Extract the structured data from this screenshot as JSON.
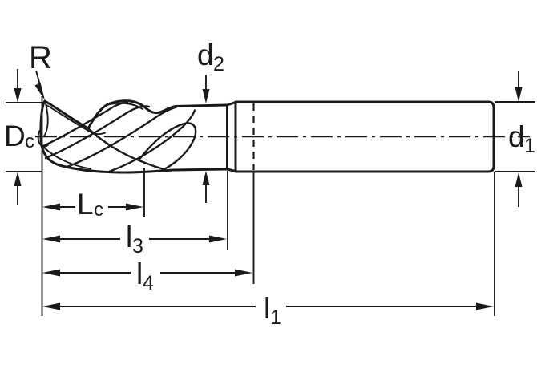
{
  "drawing": {
    "kind": "end-mill-dimension-diagram",
    "colors": {
      "body_fill": "#d4d4d4",
      "line": "#1a1a1a",
      "background": "#ffffff"
    },
    "dimensions": {
      "corner_radius": {
        "label": "R"
      },
      "neck_diameter": {
        "label": "d",
        "subscript": "2"
      },
      "cutting_diameter": {
        "label": "D",
        "subscript": "c"
      },
      "shank_diameter": {
        "label": "d",
        "subscript": "1"
      },
      "cutting_edge_length": {
        "label": "L",
        "subscript": "c"
      },
      "length_l3": {
        "label": "l",
        "subscript": "3"
      },
      "length_l4": {
        "label": "l",
        "subscript": "4"
      },
      "overall_length": {
        "label": "l",
        "subscript": "1"
      }
    }
  }
}
